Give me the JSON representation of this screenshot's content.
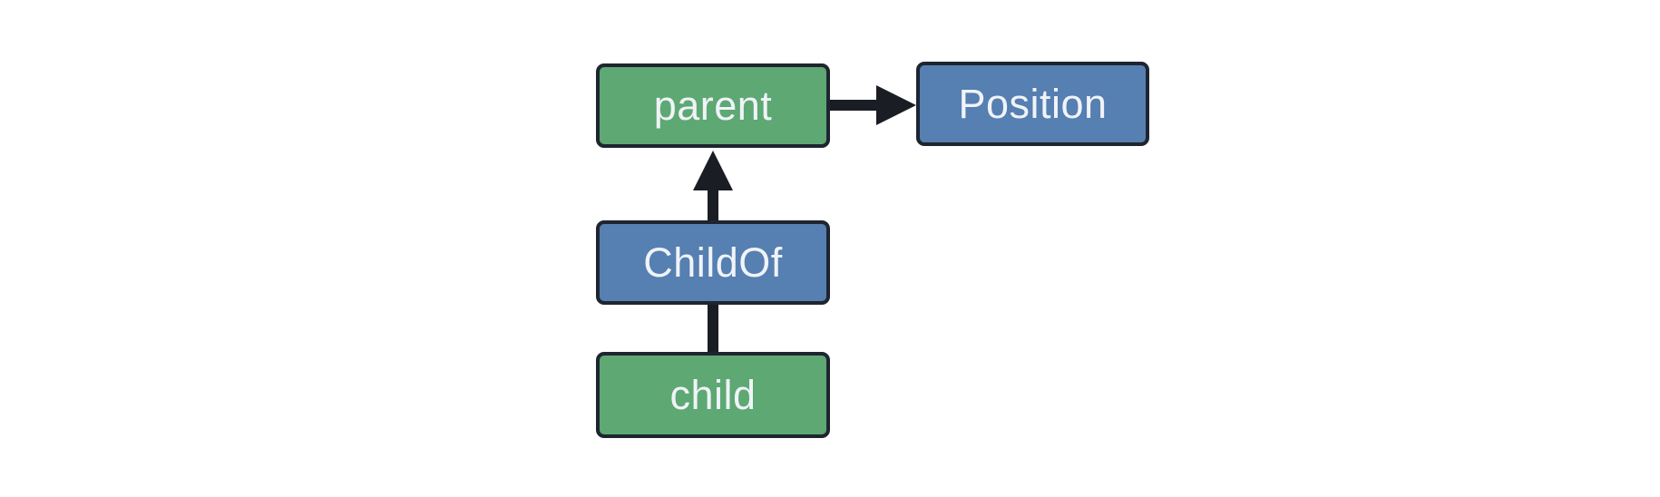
{
  "diagram": {
    "nodes": [
      {
        "id": "parent",
        "label": "parent",
        "color": "green"
      },
      {
        "id": "Position",
        "label": "Position",
        "color": "blue"
      },
      {
        "id": "ChildOf",
        "label": "ChildOf",
        "color": "blue"
      },
      {
        "id": "child",
        "label": "child",
        "color": "green"
      }
    ],
    "edges": [
      {
        "from": "parent",
        "to": "Position",
        "type": "arrow",
        "direction": "right"
      },
      {
        "from": "ChildOf",
        "to": "parent",
        "type": "arrow",
        "direction": "up"
      },
      {
        "from": "child",
        "to": "ChildOf",
        "type": "line",
        "direction": "up"
      }
    ],
    "colors": {
      "node_green_fill": "#5DA873",
      "node_blue_fill": "#567FB2",
      "node_border": "#1F2530",
      "edge_color": "#1A1D24",
      "node_text": "#F0F3F8",
      "canvas_background": "#FFFFFF"
    }
  }
}
